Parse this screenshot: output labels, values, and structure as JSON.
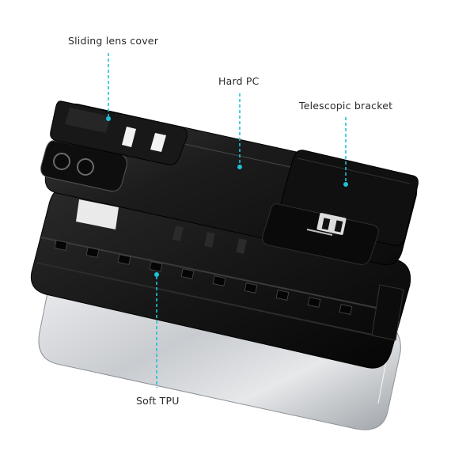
{
  "callouts": {
    "sliding_lens_cover": "Sliding lens cover",
    "hard_pc": "Hard PC",
    "telescopic_bracket": "Telescopic bracket",
    "soft_tpu": "Soft TPU"
  },
  "colors": {
    "accent": "#1fc2d6",
    "case": "#141414",
    "phone_body": "#c9ccd0"
  }
}
